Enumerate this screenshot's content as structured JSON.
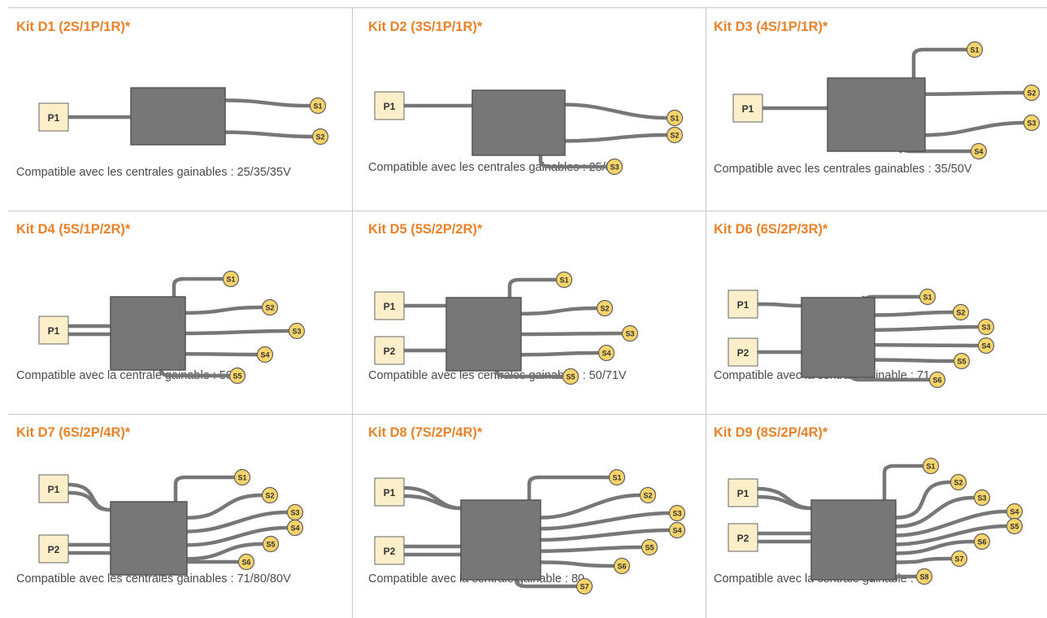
{
  "colors": {
    "title": "#e8822a",
    "text": "#4a4a4a",
    "box": "#777777",
    "pipe": "#777777",
    "plenum_fill": "#fbefc9",
    "outlet_fill": "#f6d36b",
    "outlet_stroke": "#5f5f5f",
    "grid_line": "#c8c8c8"
  },
  "kits": [
    {
      "title": "Kit D1 (2S/1P/1R)*",
      "compat": "Compatible avec les centrales gainables : 25/35/35V"
    },
    {
      "title": "Kit D2 (3S/1P/1R)*",
      "compat": "Compatible avec les centrales gainables : 25/35"
    },
    {
      "title": "Kit D3 (4S/1P/1R)*",
      "compat": "Compatible avec les centrales gainables : 35/50V"
    },
    {
      "title": "Kit D4 (5S/1P/2R)*",
      "compat": "Compatible avec la centrale gainable : 50"
    },
    {
      "title": "Kit D5 (5S/2P/2R)*",
      "compat": "Compatible avec les centrales gainables : 50/71V"
    },
    {
      "title": "Kit D6 (6S/2P/3R)*",
      "compat": "Compatible avec la centrale gainable : 71"
    },
    {
      "title": "Kit D7 (6S/2P/4R)*",
      "compat": "Compatible avec les centrales gainables : 71/80/80V"
    },
    {
      "title": "Kit D8 (7S/2P/4R)*",
      "compat": "Compatible avec la centrale gainable : 80"
    },
    {
      "title": "Kit D9 (8S/2P/4R)*",
      "compat": "Compatible avec la centrale gainable : 80"
    }
  ],
  "diagram_labels": {
    "plenums": [
      "P1",
      "P2"
    ],
    "outlets": [
      "S1",
      "S2",
      "S3",
      "S4",
      "S5",
      "S6",
      "S7",
      "S8"
    ]
  }
}
